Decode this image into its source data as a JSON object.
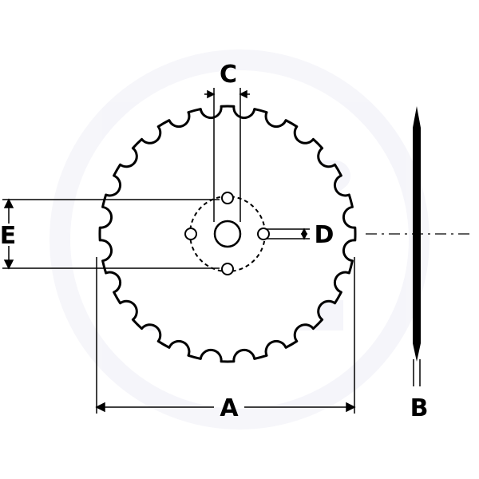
{
  "labels": {
    "a": "A",
    "b": "B",
    "c": "C",
    "d": "D",
    "e": "E"
  },
  "blade": {
    "notch_count": 24
  },
  "colors": {
    "stroke": "#000000",
    "background": "#ffffff",
    "watermark": "#eeeef6"
  }
}
